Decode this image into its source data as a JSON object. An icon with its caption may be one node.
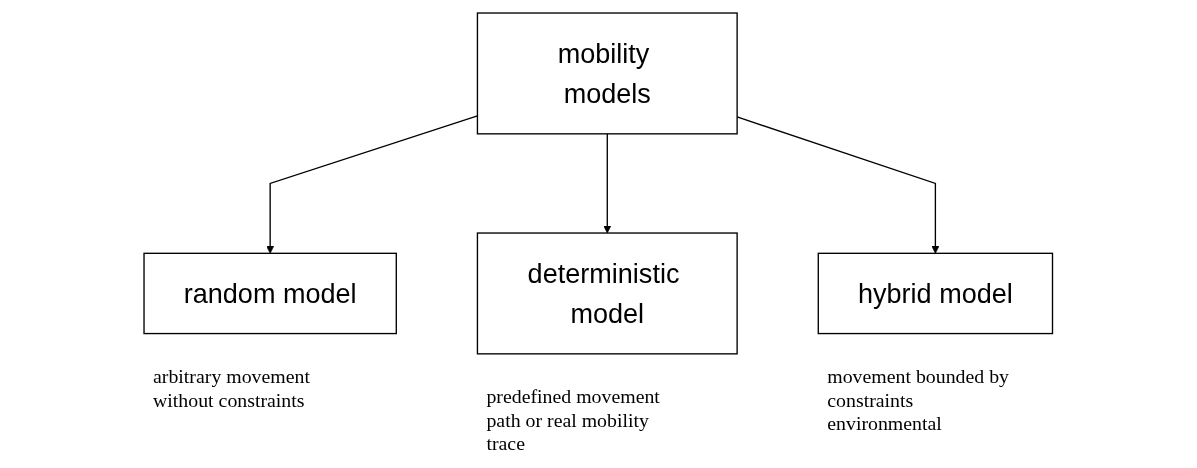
{
  "diagram": {
    "nodes": [
      {
        "text": [
          "mobility models"
        ]
      },
      {
        "text": [
          "random model"
        ],
        "beside": [
          "arbitrary movement without constraints"
        ]
      },
      {
        "text": [
          "deterministic model"
        ],
        "beside": [
          "predefined movement path or real mobility trace"
        ]
      },
      {
        "text": [
          "hybrid model"
        ],
        "beside": [
          "movement bounded by constraints environmental"
        ]
      }
    ],
    "edges": [
      {
        "from": 0,
        "to": 1,
        "arrow": "to"
      },
      {
        "from": 0,
        "to": 2,
        "arrow": "to"
      },
      {
        "from": 0,
        "to": 3,
        "arrow": "to"
      }
    ]
  }
}
